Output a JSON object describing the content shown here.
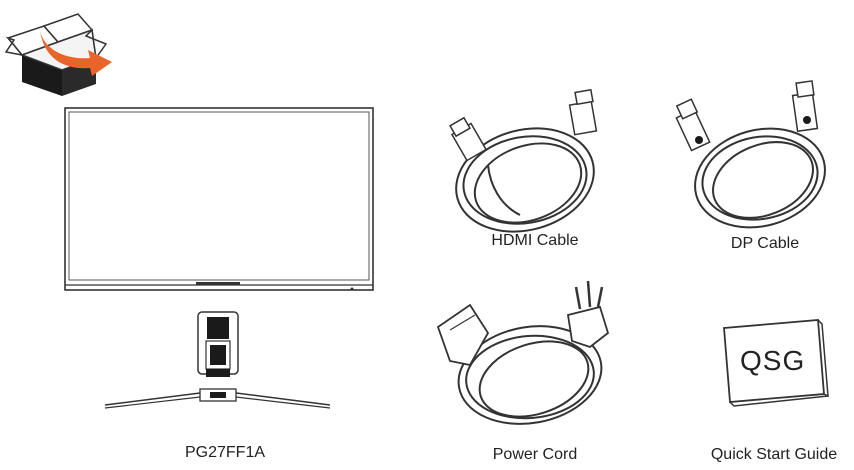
{
  "items": {
    "monitor": {
      "label": "PG27FF1A"
    },
    "hdmi_cable": {
      "label": "HDMI Cable"
    },
    "dp_cable": {
      "label": "DP Cable"
    },
    "power_cord": {
      "label": "Power Cord"
    },
    "quick_start_guide": {
      "label": "Quick Start Guide",
      "booklet_text": "QSG"
    }
  },
  "icons": {
    "unpack": "open-box-with-arrow-icon",
    "hdmi_plug": "hdmi-plug-icon",
    "dp_plug": "displayport-plug-icon"
  },
  "colors": {
    "arrow": "#e8642a",
    "line": "#333333",
    "box_dark": "#1a1a1a"
  }
}
